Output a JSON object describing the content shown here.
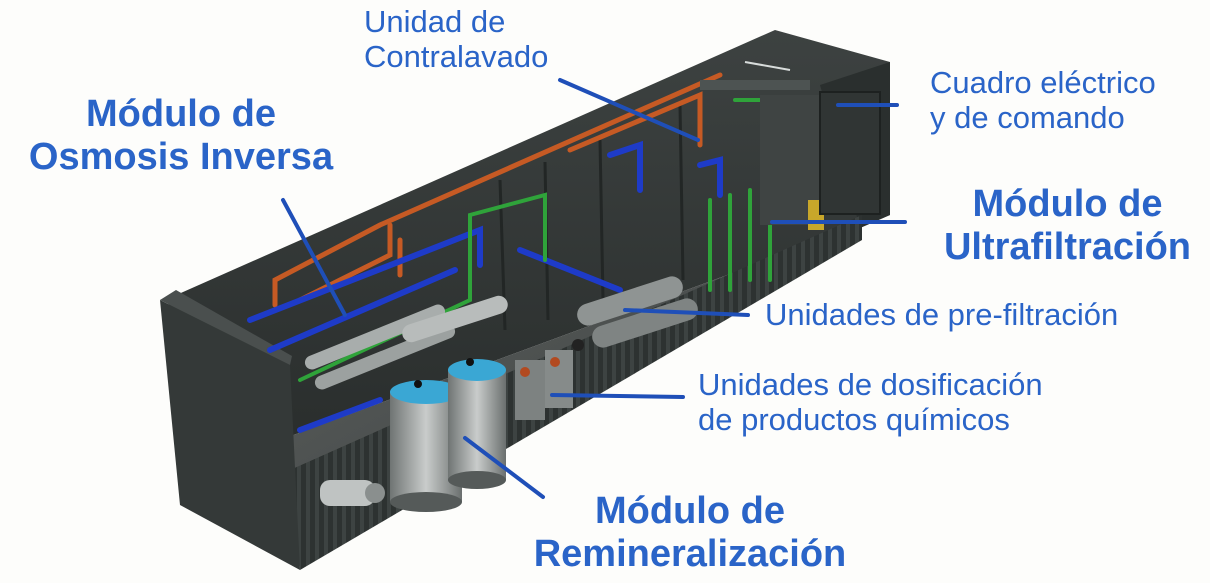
{
  "colors": {
    "label": "#2a64c8",
    "leader": "#1f4fb8",
    "container": "#2b2f2e",
    "pipe_orange": "#c65a24",
    "pipe_blue": "#1e3bc8",
    "pipe_green": "#2fa33a",
    "tank_cap": "#3aa7d4"
  },
  "labels": {
    "ro": {
      "line1": "Módulo de",
      "line2": "Osmosis Inversa"
    },
    "backwash": {
      "line1": "Unidad de",
      "line2": "Contralavado"
    },
    "electrical": {
      "line1": "Cuadro eléctrico",
      "line2": "y de comando"
    },
    "uf": {
      "line1": "Módulo de",
      "line2": "Ultrafiltración"
    },
    "prefilter": {
      "line1": "Unidades de pre-filtración"
    },
    "dosing": {
      "line1": "Unidades de dosificación",
      "line2": "de productos químicos"
    },
    "remin": {
      "line1": "Módulo de",
      "line2": "Remineralización"
    }
  }
}
